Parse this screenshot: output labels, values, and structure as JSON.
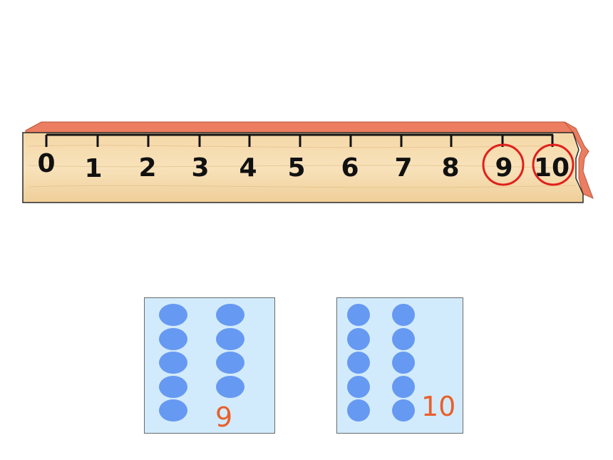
{
  "number_line": {
    "labels": [
      "0",
      "1",
      "2",
      "3",
      "4",
      "5",
      "6",
      "7",
      "8",
      "9",
      "10"
    ],
    "circled": [
      "9",
      "10"
    ],
    "circle_color": "#e0201c",
    "ruler_wood_color": "#f6ddb0",
    "ruler_edge_color": "#e8775a"
  },
  "cards": [
    {
      "number": "9",
      "dot_count": 9,
      "columns": [
        5,
        4
      ]
    },
    {
      "number": "10",
      "dot_count": 10,
      "columns": [
        5,
        5
      ]
    }
  ],
  "colors": {
    "card_background": "#d2ebfc",
    "dot": "#6699f2",
    "number": "#e8602c"
  }
}
